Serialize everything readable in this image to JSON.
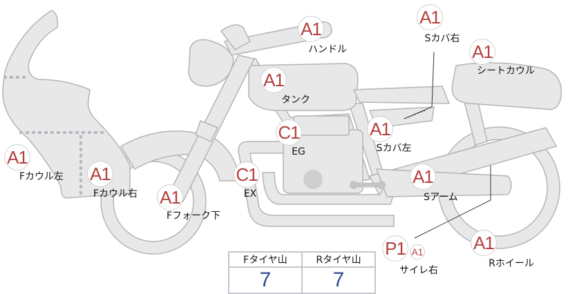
{
  "colors": {
    "part_fill": "#e8e8e8",
    "part_stroke": "#b4b4b4",
    "grade_text": "#b4403e",
    "tire_value": "#2f4a8f"
  },
  "parts": [
    {
      "id": "handle",
      "grade": "A1",
      "label": "ハンドル"
    },
    {
      "id": "s-cover-right",
      "grade": "A1",
      "label": "Sカバ右"
    },
    {
      "id": "seat-cowl",
      "grade": "A1",
      "label": "シートカウル"
    },
    {
      "id": "tank",
      "grade": "A1",
      "label": "タンク"
    },
    {
      "id": "engine",
      "grade": "C1",
      "label": "EG"
    },
    {
      "id": "s-cover-left",
      "grade": "A1",
      "label": "Sカバ左"
    },
    {
      "id": "f-cowl-left",
      "grade": "A1",
      "label": "Fカウル左"
    },
    {
      "id": "f-cowl-right",
      "grade": "A1",
      "label": "Fカウル右"
    },
    {
      "id": "f-fork-lower",
      "grade": "A1",
      "label": "Fフォーク下"
    },
    {
      "id": "exhaust",
      "grade": "C1",
      "label": "EX"
    },
    {
      "id": "swing-arm",
      "grade": "A1",
      "label": "Sアーム"
    },
    {
      "id": "silencer-right",
      "grade": "P1",
      "grade2": "A1",
      "label": "サイレ右"
    },
    {
      "id": "rear-wheel",
      "grade": "A1",
      "label": "Rホイール"
    }
  ],
  "tire_tread": {
    "front_label": "Fタイヤ山",
    "rear_label": "Rタイヤ山",
    "front_value": "7",
    "rear_value": "7"
  }
}
